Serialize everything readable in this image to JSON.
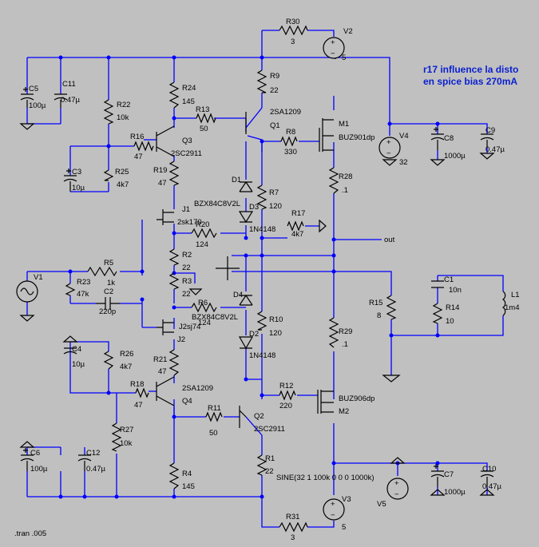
{
  "annotation": {
    "line1": "r17 influence la disto",
    "line2": "en spice bias 270mA"
  },
  "directive": ".tran .005",
  "out_label": "out",
  "source_spec": "SINE(32 1 100k 0 0 0 1000k)",
  "components": {
    "R30": {
      "name": "R30",
      "value": "3"
    },
    "V2": {
      "name": "V2",
      "value": "5"
    },
    "R9": {
      "name": "R9",
      "value": "22"
    },
    "R24": {
      "name": "R24",
      "value": "145"
    },
    "R22": {
      "name": "R22",
      "value": "10k"
    },
    "C5": {
      "name": "C5",
      "value": "100µ"
    },
    "C11": {
      "name": "C11",
      "value": "0.47µ"
    },
    "R13": {
      "name": "R13",
      "value": "50"
    },
    "Q1": {
      "name": "Q1",
      "value": "2SA1209"
    },
    "M1": {
      "name": "M1",
      "value": "BUZ901dp"
    },
    "V4": {
      "name": "V4",
      "value": "32"
    },
    "C8": {
      "name": "C8",
      "value": "1000µ"
    },
    "C9": {
      "name": "C9",
      "value": "0.47µ"
    },
    "Q3": {
      "name": "Q3",
      "value": "2SC2911"
    },
    "R16": {
      "name": "R16",
      "value": "47"
    },
    "R8": {
      "name": "R8",
      "value": "330"
    },
    "R19": {
      "name": "R19",
      "value": "47"
    },
    "C3": {
      "name": "C3",
      "value": "10µ"
    },
    "R25": {
      "name": "R25",
      "value": "4k7"
    },
    "D1": {
      "name": "D1",
      "value": "BZX84C8V2L"
    },
    "R7": {
      "name": "R7",
      "value": "120"
    },
    "R28": {
      "name": "R28",
      "value": ".1"
    },
    "J1": {
      "name": "J1",
      "value": "2sk170"
    },
    "D3": {
      "name": "D3",
      "value": "1N4148"
    },
    "R17": {
      "name": "R17",
      "value": "4k7"
    },
    "R20": {
      "name": "R20",
      "value": "124"
    },
    "R2": {
      "name": "R2",
      "value": "22"
    },
    "R3": {
      "name": "R3",
      "value": "22"
    },
    "R5": {
      "name": "R5",
      "value": "1k"
    },
    "V1": {
      "name": "V1",
      "value": ""
    },
    "R23": {
      "name": "R23",
      "value": "47k"
    },
    "C2": {
      "name": "C2",
      "value": "220p"
    },
    "R6": {
      "name": "R6",
      "value": "124"
    },
    "D4": {
      "name": "D4",
      "value": "BZX84C8V2L"
    },
    "C1": {
      "name": "C1",
      "value": "10n"
    },
    "R14": {
      "name": "R14",
      "value": "10"
    },
    "L1": {
      "name": "L1",
      "value": "1m4"
    },
    "R15": {
      "name": "R15",
      "value": "8"
    },
    "J2": {
      "name": "J2",
      "value": "J2sj74"
    },
    "R10": {
      "name": "R10",
      "value": "120"
    },
    "D2": {
      "name": "D2",
      "value": "1N4148"
    },
    "R29": {
      "name": "R29",
      "value": ".1"
    },
    "C4": {
      "name": "C4",
      "value": "10µ"
    },
    "R26": {
      "name": "R26",
      "value": "4k7"
    },
    "R21": {
      "name": "R21",
      "value": "47"
    },
    "Q4": {
      "name": "Q4",
      "value": "2SA1209"
    },
    "R18": {
      "name": "R18",
      "value": "47"
    },
    "R12": {
      "name": "R12",
      "value": "220"
    },
    "M2": {
      "name": "M2",
      "value": "BUZ906dp"
    },
    "R27": {
      "name": "R27",
      "value": "10k"
    },
    "R11": {
      "name": "R11",
      "value": "50"
    },
    "Q2": {
      "name": "Q2",
      "value": "2SC2911"
    },
    "C6": {
      "name": "C6",
      "value": "100µ"
    },
    "C12": {
      "name": "C12",
      "value": "0.47µ"
    },
    "R1": {
      "name": "R1",
      "value": "22"
    },
    "C7": {
      "name": "C7",
      "value": "1000µ"
    },
    "C10": {
      "name": "C10",
      "value": "0.47µ"
    },
    "V5": {
      "name": "V5",
      "value": ""
    },
    "R4": {
      "name": "R4",
      "value": "145"
    },
    "V3": {
      "name": "V3",
      "value": "5"
    },
    "R31": {
      "name": "R31",
      "value": "3"
    }
  }
}
